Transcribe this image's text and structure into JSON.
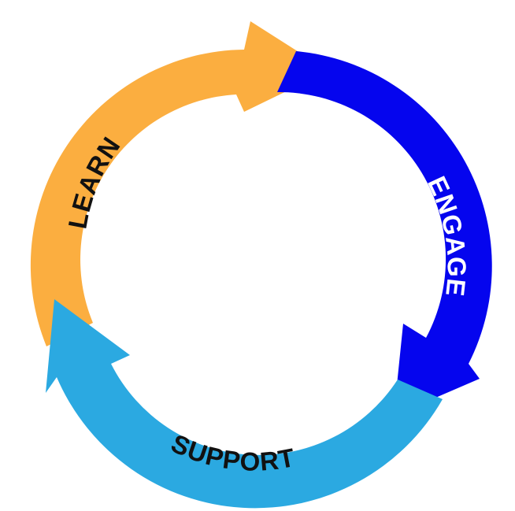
{
  "diagram": {
    "type": "cycle",
    "segments": [
      {
        "id": "learn",
        "label": "LEARN",
        "color": "#FBAE40",
        "text_color": "#111111"
      },
      {
        "id": "engage",
        "label": "ENGAGE",
        "color": "#0505EE",
        "text_color": "#FFFFFF"
      },
      {
        "id": "support",
        "label": "SUPPORT",
        "color": "#2BA9E1",
        "text_color": "#111111"
      }
    ]
  }
}
